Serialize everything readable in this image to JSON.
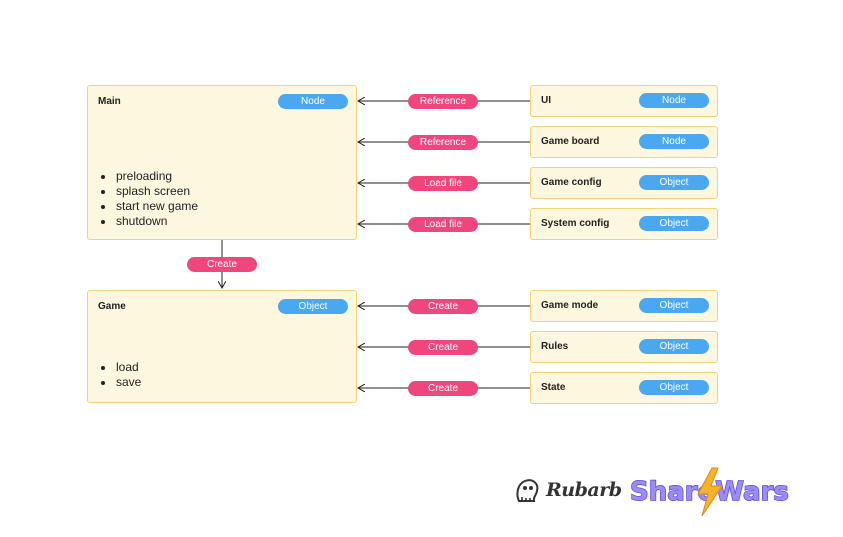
{
  "main": {
    "title": "Main",
    "badge": "Node",
    "bullets": [
      "preloading",
      "splash screen",
      "start new game",
      "shutdown"
    ]
  },
  "game": {
    "title": "Game",
    "badge": "Object",
    "bullets": [
      "load",
      "save"
    ]
  },
  "create_link": "Create",
  "sources": [
    {
      "title": "UI",
      "badge": "Node",
      "link": "Reference"
    },
    {
      "title": "Game board",
      "badge": "Node",
      "link": "Reference"
    },
    {
      "title": "Game config",
      "badge": "Object",
      "link": "Load file"
    },
    {
      "title": "System config",
      "badge": "Object",
      "link": "Load file"
    },
    {
      "title": "Game mode",
      "badge": "Object",
      "link": "Create"
    },
    {
      "title": "Rules",
      "badge": "Object",
      "link": "Create"
    },
    {
      "title": "State",
      "badge": "Object",
      "link": "Create"
    }
  ],
  "logos": {
    "rubarb": "Rubarb",
    "sharewars": "ShareWars"
  },
  "colors": {
    "box_fill": "#fdf7df",
    "box_border": "#f3d27a",
    "type_badge": "#4aa8f0",
    "link_badge": "#f0467e",
    "sharewars_text": "#9a8cf5",
    "lightning": "#f6b42c"
  }
}
